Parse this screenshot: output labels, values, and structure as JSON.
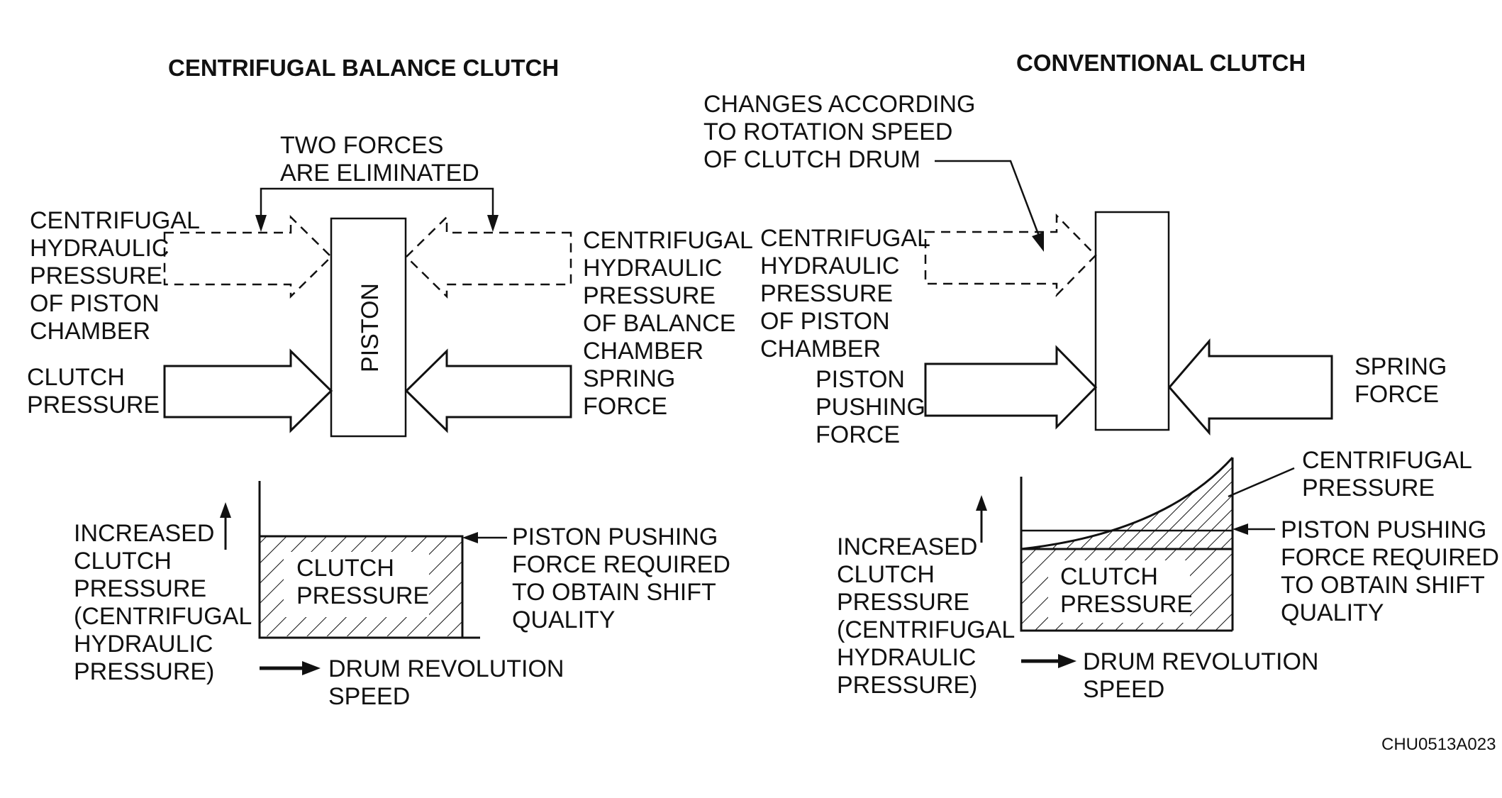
{
  "colors": {
    "ink": "#111111",
    "background": "#ffffff"
  },
  "left": {
    "title": "CENTRIFUGAL BALANCE CLUTCH",
    "note": [
      "TWO FORCES",
      "ARE ELIMINATED"
    ],
    "piston_label": "PISTON",
    "left_top_label": [
      "CENTRIFUGAL",
      "HYDRAULIC",
      "PRESSURE",
      "OF PISTON",
      "CHAMBER"
    ],
    "left_bottom_label": [
      "CLUTCH",
      "PRESSURE"
    ],
    "right_top_label": [
      "CENTRIFUGAL",
      "HYDRAULIC",
      "PRESSURE",
      "OF BALANCE",
      "CHAMBER"
    ],
    "right_bottom_label": [
      "SPRING",
      "FORCE"
    ],
    "graph": {
      "y_label": [
        "INCREASED",
        "CLUTCH",
        "PRESSURE",
        "(CENTRIFUGAL",
        "HYDRAULIC",
        "PRESSURE)"
      ],
      "x_label": [
        "DRUM REVOLUTION",
        "SPEED"
      ],
      "region_label": [
        "CLUTCH",
        "PRESSURE"
      ],
      "callout": [
        "PISTON PUSHING",
        "FORCE REQUIRED",
        "TO OBTAIN SHIFT",
        "QUALITY"
      ]
    }
  },
  "right": {
    "title": "CONVENTIONAL CLUTCH",
    "note": [
      "CHANGES ACCORDING",
      "TO ROTATION SPEED",
      "OF CLUTCH DRUM"
    ],
    "left_top_label": [
      "CENTRIFUGAL",
      "HYDRAULIC",
      "PRESSURE",
      "OF PISTON",
      "CHAMBER"
    ],
    "left_bottom_label": [
      "PISTON",
      "PUSHING",
      "FORCE"
    ],
    "right_label": [
      "SPRING",
      "FORCE"
    ],
    "graph": {
      "y_label": [
        "INCREASED",
        "CLUTCH",
        "PRESSURE",
        "(CENTRIFUGAL",
        "HYDRAULIC",
        "PRESSURE)"
      ],
      "x_label": [
        "DRUM REVOLUTION",
        "SPEED"
      ],
      "region_label": [
        "CLUTCH",
        "PRESSURE"
      ],
      "top_callout": [
        "CENTRIFUGAL",
        "PRESSURE"
      ],
      "callout": [
        "PISTON PUSHING",
        "FORCE REQUIRED",
        "TO OBTAIN SHIFT",
        "QUALITY"
      ]
    }
  },
  "figure_code": "CHU0513A023"
}
